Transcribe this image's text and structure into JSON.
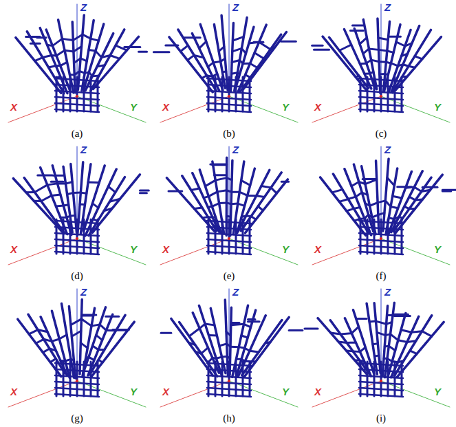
{
  "diagram": {
    "labels": [
      "Z",
      "X",
      "Y",
      "(a)",
      "Z",
      "X",
      "Y",
      "(b)",
      "Z",
      "X",
      "Y",
      "(c)",
      "Z",
      "X",
      "Y",
      "(d)",
      "Z",
      "X",
      "Y",
      "(e)",
      "Z",
      "X",
      "Y",
      "(f)",
      "Z",
      "X",
      "Y",
      "(g)",
      "Z",
      "X",
      "Y",
      "(h)",
      "Z",
      "X",
      "Y",
      "(i)"
    ]
  }
}
